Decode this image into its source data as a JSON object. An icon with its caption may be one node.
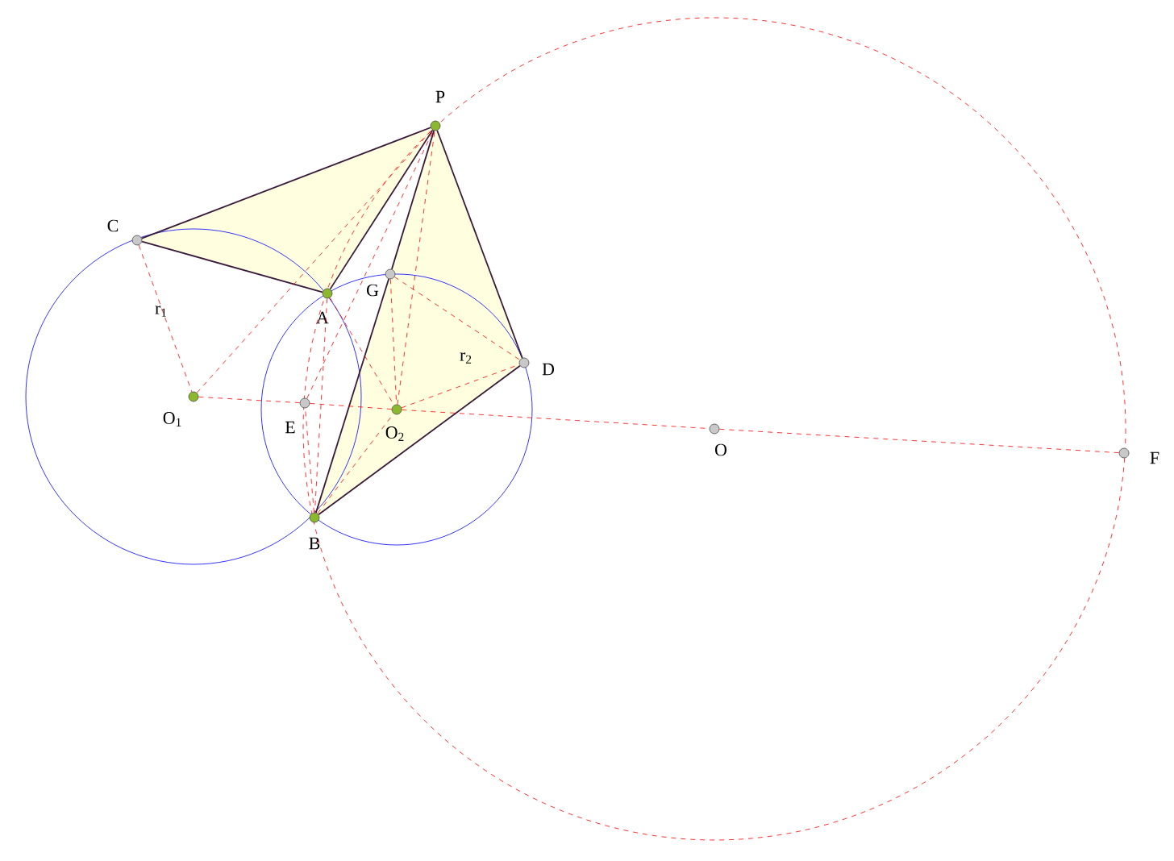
{
  "diagram": {
    "nodes": [
      {
        "text": [
          "P"
        ]
      },
      {
        "text": [
          "C"
        ]
      },
      {
        "text": [
          "A"
        ]
      },
      {
        "text": [
          "G"
        ]
      },
      {
        "text": [
          "D"
        ]
      },
      {
        "text": [
          "O$_{1}$"
        ]
      },
      {
        "text": [
          "E"
        ]
      },
      {
        "text": [
          "O$_{2}$"
        ]
      },
      {
        "text": [
          "O"
        ]
      },
      {
        "text": [
          "F"
        ]
      },
      {
        "text": [
          "B"
        ]
      }
    ],
    "edges": [
      {
        "from": 0,
        "to": 1,
        "arrow": "none",
        "color": "#3a1a3a"
      },
      {
        "from": 1,
        "to": 2,
        "arrow": "none",
        "color": "#3a1a3a"
      },
      {
        "from": 2,
        "to": 0,
        "arrow": "none",
        "color": "#3a1a3a"
      },
      {
        "from": 0,
        "to": 3,
        "arrow": "none",
        "color": "#3a1a3a"
      },
      {
        "from": 3,
        "to": 10,
        "arrow": "none",
        "color": "#3a1a3a"
      },
      {
        "from": 0,
        "to": 4,
        "arrow": "none",
        "color": "#3a1a3a"
      },
      {
        "from": 10,
        "to": 4,
        "arrow": "none",
        "color": "#3a1a3a"
      },
      {
        "from": 1,
        "to": 5,
        "arrow": "none",
        "style": "dashed",
        "color": "#ff0000"
      },
      {
        "from": 5,
        "to": 0,
        "arrow": "none",
        "style": "dashed",
        "color": "#ff0000"
      },
      {
        "from": 5,
        "to": 6,
        "arrow": "none",
        "style": "dashed",
        "color": "#ff0000"
      },
      {
        "from": 6,
        "to": 7,
        "arrow": "none",
        "style": "dashed",
        "color": "#ff0000"
      },
      {
        "from": 7,
        "to": 8,
        "arrow": "none",
        "style": "dashed",
        "color": "#ff0000"
      },
      {
        "from": 8,
        "to": 9,
        "arrow": "none",
        "style": "dashed",
        "color": "#ff0000"
      },
      {
        "from": 10,
        "to": 6,
        "arrow": "none",
        "style": "dashed",
        "color": "#ff0000"
      },
      {
        "from": 6,
        "to": 0,
        "arrow": "none",
        "style": "dashed",
        "color": "#ff0000"
      },
      {
        "from": 2,
        "to": 7,
        "arrow": "none",
        "style": "dashed",
        "color": "#ff0000"
      },
      {
        "from": 3,
        "to": 7,
        "arrow": "none",
        "style": "dashed",
        "color": "#ff0000"
      },
      {
        "from": 3,
        "to": 4,
        "arrow": "none",
        "style": "dashed",
        "color": "#ff0000"
      },
      {
        "from": 7,
        "to": 4,
        "arrow": "none",
        "style": "dashed",
        "color": "#ff0000"
      },
      {
        "from": 7,
        "to": 0,
        "arrow": "none",
        "style": "dashed",
        "color": "#ff0000"
      },
      {
        "from": 10,
        "to": 7,
        "arrow": "none",
        "style": "dashed",
        "color": "#ff0000"
      },
      {
        "from": 2,
        "to": 10,
        "arrow": "none",
        "style": "dashed",
        "color": "#ff0000"
      }
    ],
    "labels": [
      "r$_{1}$",
      "r$_{2}$"
    ]
  }
}
